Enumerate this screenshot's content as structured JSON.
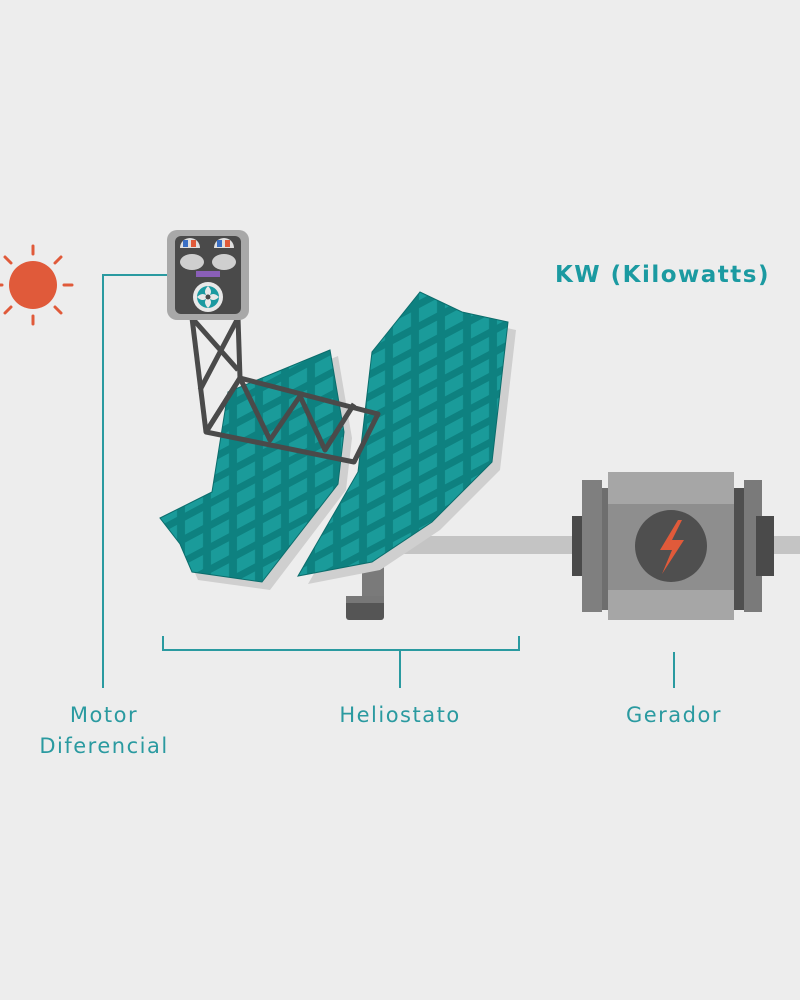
{
  "power_label": "KW (Kilowatts)",
  "labels": {
    "motor_line1": "Motor",
    "motor_line2": "Diferencial",
    "heliostat": "Heliostato",
    "generator": "Gerador"
  },
  "colors": {
    "background": "#ededed",
    "teal": "#1b9aa1",
    "panel": "#0e8180",
    "panel_cell": "#1a9b9a",
    "sun": "#e05a3a",
    "frame": "#4a4a4a",
    "generator_body": "#8e8e8e"
  },
  "icons": [
    "sun-icon",
    "lightning-icon",
    "fan-icon",
    "gauge-icon"
  ]
}
